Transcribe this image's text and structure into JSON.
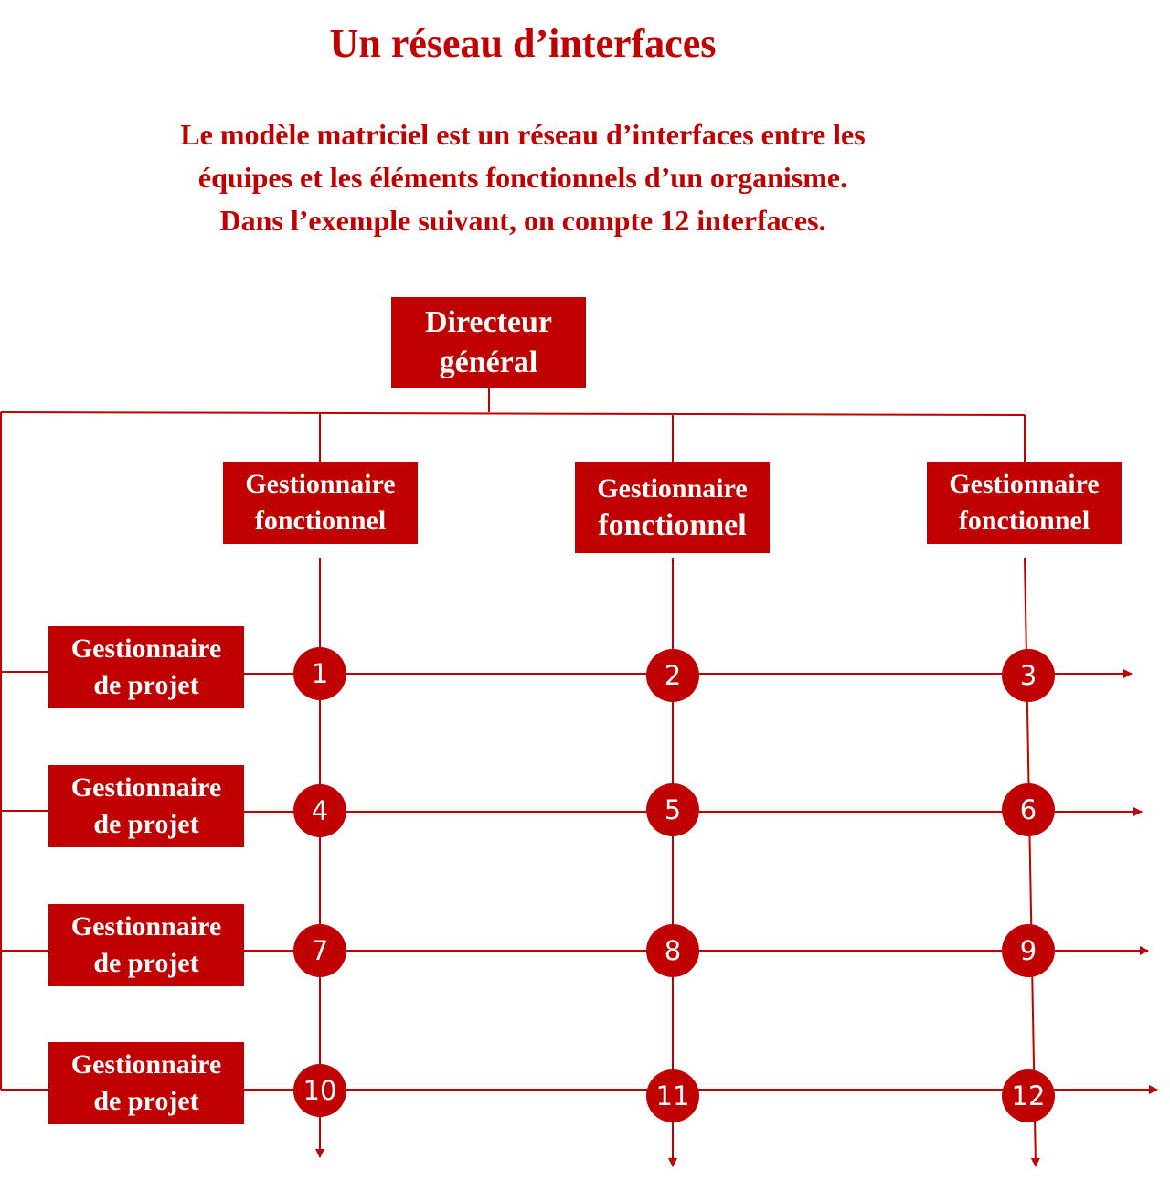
{
  "title": "Un réseau d’interfaces",
  "subtitle": {
    "line1": "Le modèle matriciel est un réseau d’interfaces entre les",
    "line2": "équipes et les éléments fonctionnels d’un organisme.",
    "line3": "Dans l’exemple suivant, on compte 12 interfaces."
  },
  "director": {
    "line1": "Directeur",
    "line2": "général"
  },
  "functional_managers": [
    {
      "line1": "Gestionnaire",
      "line2": "fonctionnel"
    },
    {
      "line1": "Gestionnaire",
      "line2": "fonctionnel"
    },
    {
      "line1": "Gestionnaire",
      "line2": "fonctionnel"
    }
  ],
  "project_managers": [
    {
      "line1": "Gestionnaire",
      "line2": "de projet"
    },
    {
      "line1": "Gestionnaire",
      "line2": "de projet"
    },
    {
      "line1": "Gestionnaire",
      "line2": "de projet"
    },
    {
      "line1": "Gestionnaire",
      "line2": "de projet"
    }
  ],
  "interfaces": [
    "1",
    "2",
    "3",
    "4",
    "5",
    "6",
    "7",
    "8",
    "9",
    "10",
    "11",
    "12"
  ],
  "colors": {
    "primary": "#c00000",
    "text_on_primary": "#ffffff"
  }
}
